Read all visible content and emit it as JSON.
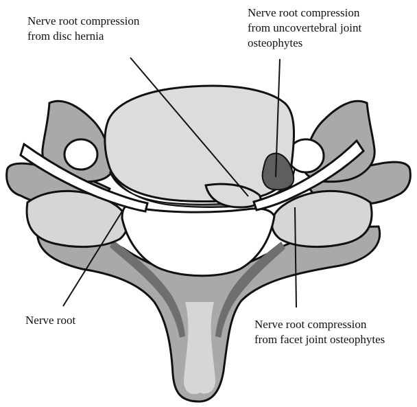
{
  "labels": {
    "disc_hernia": "Nerve root compression\nfrom disc hernia",
    "uncovertebral": "Nerve root compression\nfrom uncovertebral joint\nosteophytes",
    "nerve_root": "Nerve root",
    "facet_joint": "Nerve root compression\nfrom facet joint osteophytes"
  },
  "colors": {
    "outline": "#111111",
    "bone_light": "#d6d6d6",
    "bone_mid": "#a9a9a9",
    "bone_dark": "#6f6f6f",
    "vertebral_body": "#dcdcdc",
    "osteophyte": "#5e5e5e",
    "canal": "#ffffff"
  }
}
